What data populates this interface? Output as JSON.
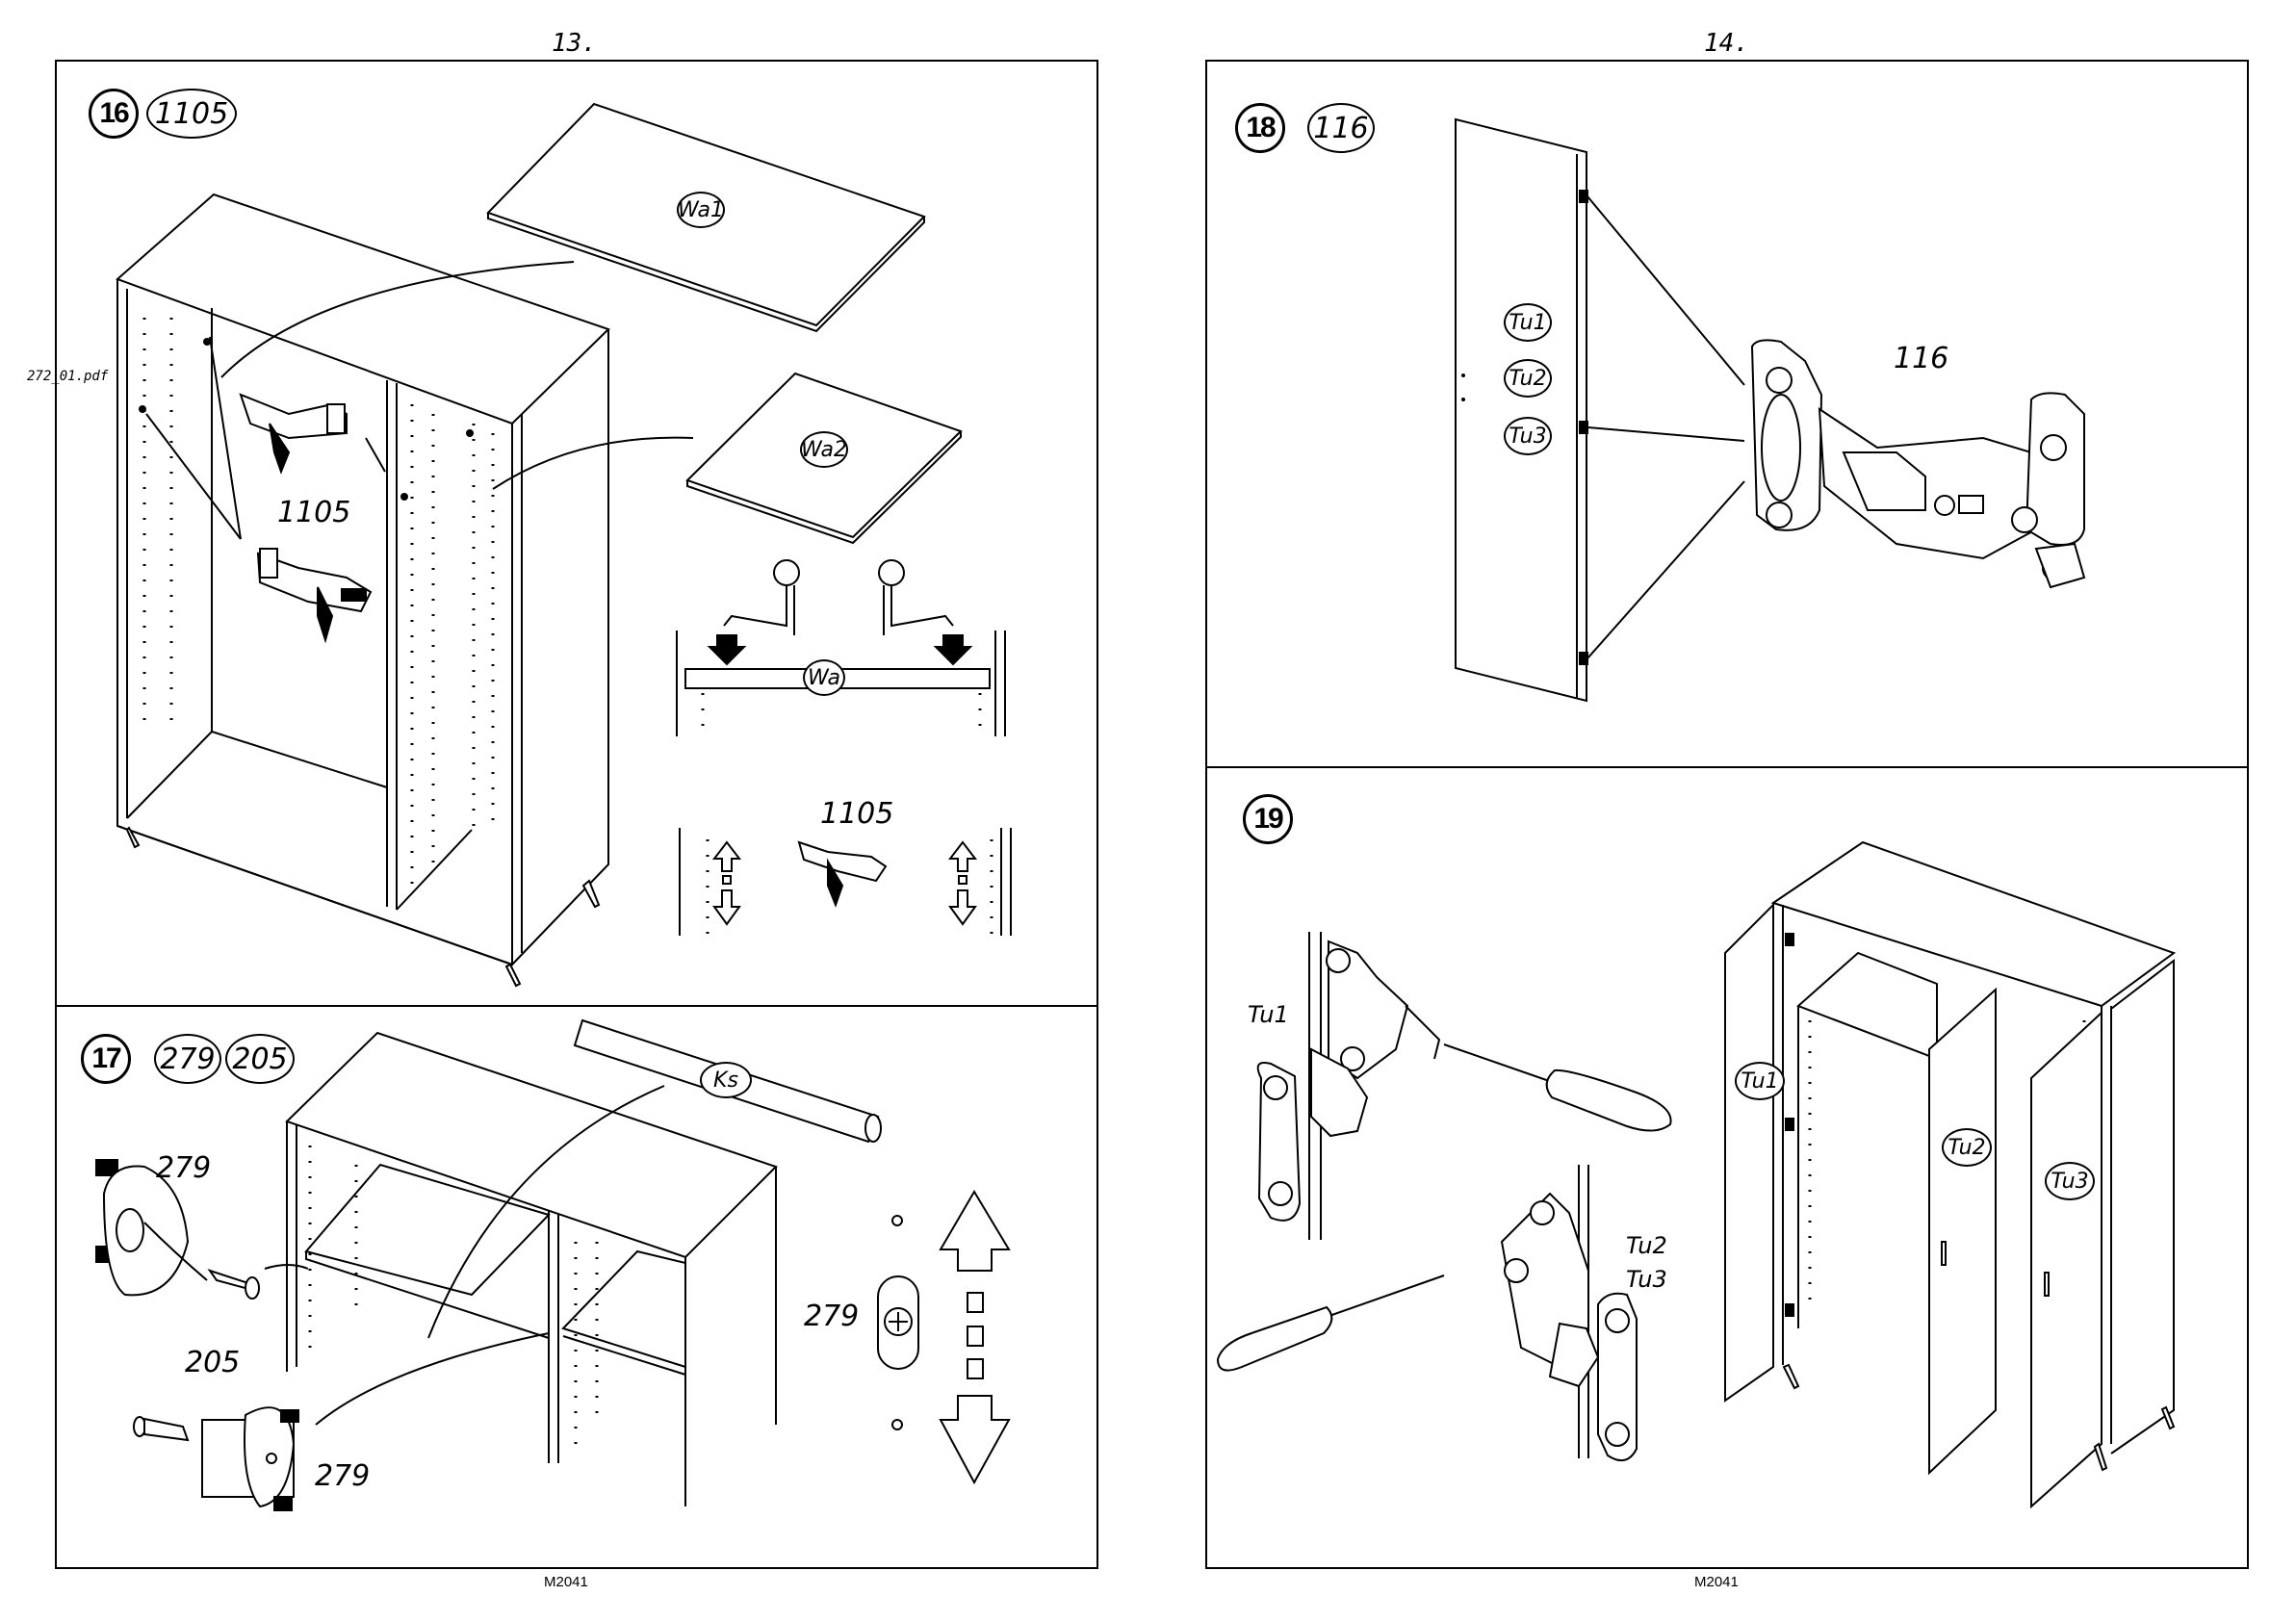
{
  "pages": {
    "left_number": "13.",
    "right_number": "14."
  },
  "side_label": "272_01.pdf",
  "footer": {
    "left": "M2041",
    "right": "M2041"
  },
  "step16": {
    "number": "16",
    "part": "1105",
    "label_1105_a": "1105",
    "label_1105_b": "1105",
    "wa1": "Wa1",
    "wa2": "Wa2",
    "wa": "Wa"
  },
  "step17": {
    "number": "17",
    "part_a": "279",
    "part_b": "205",
    "ks": "Ks",
    "l279_a": "279",
    "l205": "205",
    "l279_b": "279",
    "l279_c": "279"
  },
  "step18": {
    "number": "18",
    "part": "116",
    "tu1": "Tu1",
    "tu2": "Tu2",
    "tu3": "Tu3",
    "l116": "116"
  },
  "step19": {
    "number": "19",
    "tu1_label": "Tu1",
    "tu2_label": "Tu2",
    "tu3_label": "Tu3",
    "tu1_door": "Tu1",
    "tu2_door": "Tu2",
    "tu3_door": "Tu3"
  }
}
